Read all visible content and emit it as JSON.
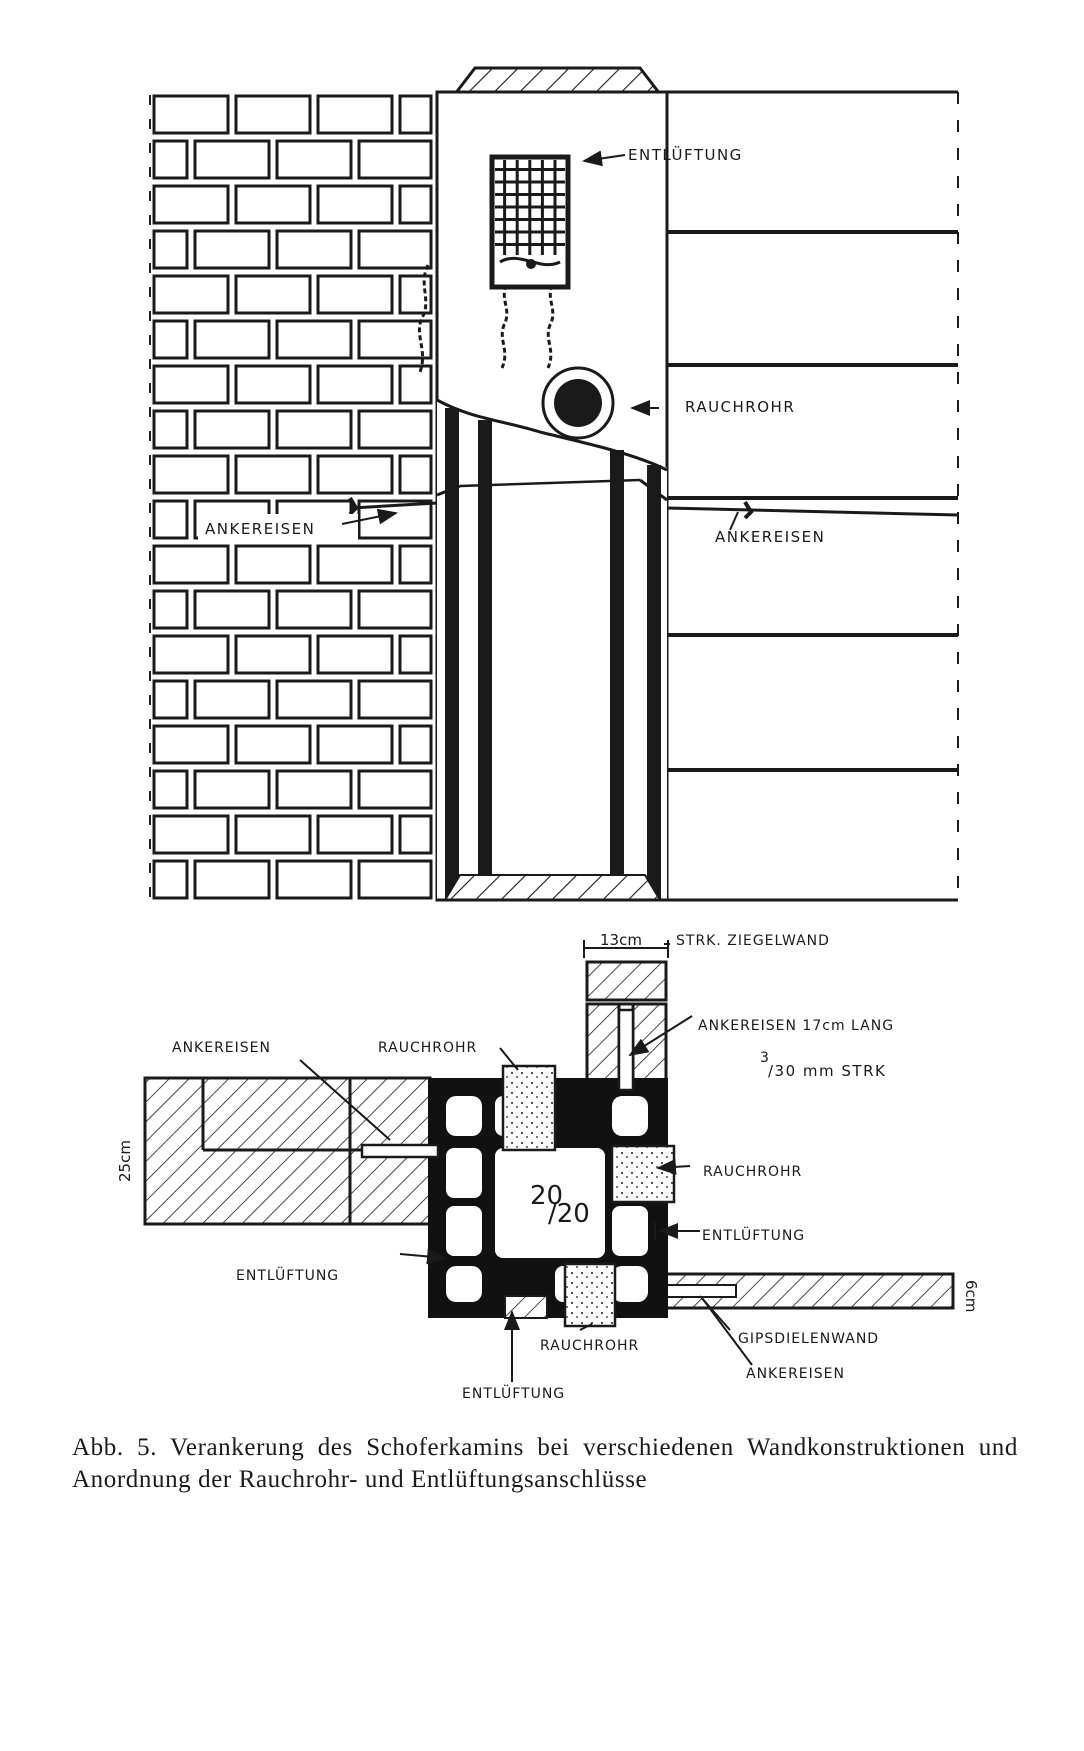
{
  "elevation": {
    "label_entlueftung": "ENTLÜFTUNG",
    "label_rauchrohr": "RAUCHROHR",
    "label_ankereisen_left": "ANKEREISEN",
    "label_ankereisen_right": "ANKEREISEN"
  },
  "plan": {
    "dim_13cm": "13cm",
    "label_ziegelwand": "STRK. ZIEGELWAND",
    "label_ankereisen_top_left": "ANKEREISEN",
    "label_rauchrohr_top": "RAUCHROHR",
    "label_ankereisen_17cm": "ANKEREISEN 17cm LANG",
    "label_strk_a": "3",
    "label_strk_b": "/30 mm STRK",
    "dim_25cm": "25cm",
    "flue_size_a": "20",
    "flue_size_b": "/20",
    "label_rauchrohr_right": "RAUCHROHR",
    "label_entlueftung_right": "ENTLÜFTUNG",
    "label_entlueftung_left": "ENTLÜFTUNG",
    "dim_6cm": "6cm",
    "label_gipsdielenwand": "GIPSDIELENWAND",
    "label_rauchrohr_bottom": "RAUCHROHR",
    "label_ankereisen_bottom": "ANKEREISEN",
    "label_entlueftung_bottom": "ENTLÜFTUNG"
  },
  "caption": "Abb. 5. Verankerung des Schoferkamins bei verschiedenen Wandkonstruktionen und Anordnung der Rauchrohr- und Entlüftungsanschlüsse"
}
